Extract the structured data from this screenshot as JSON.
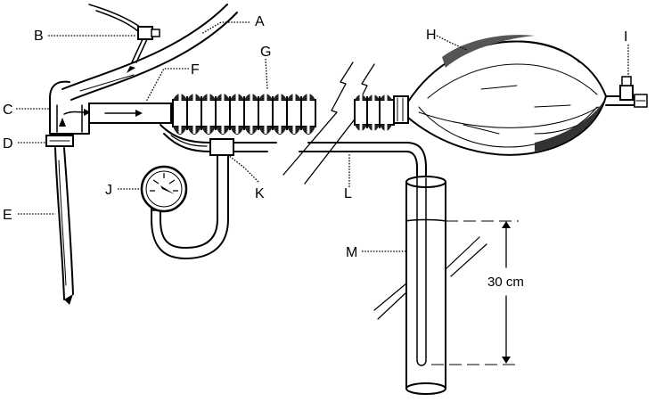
{
  "labels": {
    "A": "A",
    "B": "B",
    "C": "C",
    "D": "D",
    "E": "E",
    "F": "F",
    "G": "G",
    "H": "H",
    "I": "I",
    "J": "J",
    "K": "K",
    "L": "L",
    "M": "M"
  },
  "measurement": {
    "water_column": "30 cm"
  }
}
